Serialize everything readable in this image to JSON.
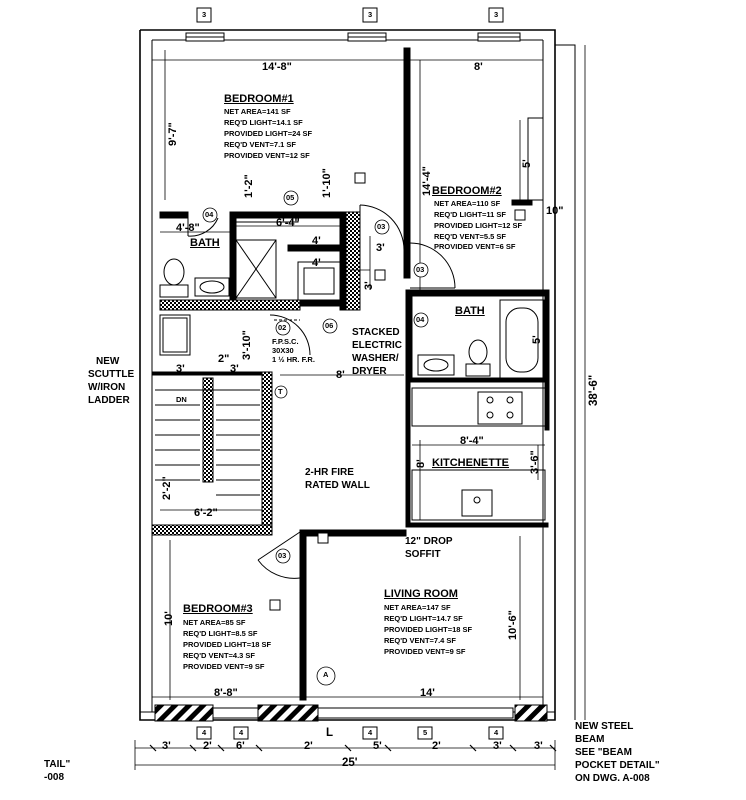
{
  "rooms": {
    "bedroom1": {
      "title": "BEDROOM#1",
      "lines": [
        "NET AREA=141 SF",
        "REQ'D LIGHT=14.1 SF",
        "PROVIDED LIGHT=24 SF",
        "REQ'D VENT=7.1 SF",
        "PROVIDED VENT=12 SF"
      ]
    },
    "bedroom2": {
      "title": "BEDROOM#2",
      "lines": [
        "NET AREA=110 SF",
        "REQ'D LIGHT=11 SF",
        "PROVIDED LIGHT=12 SF",
        "REQ'D VENT=5.5 SF",
        "PROVIDED VENT=6 SF"
      ]
    },
    "bedroom3": {
      "title": "BEDROOM#3",
      "lines": [
        "NET AREA=85 SF",
        "REQ'D LIGHT=8.5 SF",
        "PROVIDED LIGHT=18 SF",
        "REQ'D VENT=4.3 SF",
        "PROVIDED VENT=9 SF"
      ]
    },
    "living_room": {
      "title": "LIVING ROOM",
      "lines": [
        "NET AREA=147 SF",
        "REQ'D LIGHT=14.7 SF",
        "PROVIDED LIGHT=18 SF",
        "REQ'D VENT=7.4 SF",
        "PROVIDED VENT=9 SF"
      ]
    },
    "bath_left": "BATH",
    "bath_right": "BATH",
    "kitchenette": "KITCHENETTE"
  },
  "notes": {
    "washer_dryer": [
      "STACKED",
      "ELECTRIC",
      "WASHER/",
      "DRYER"
    ],
    "scuttle": [
      "NEW",
      "SCUTTLE",
      "W/IRON",
      "LADDER"
    ],
    "fire_wall": [
      "2-HR FIRE",
      "RATED WALL"
    ],
    "drop_soffit": [
      "12\" DROP",
      "SOFFIT"
    ],
    "steel_beam": [
      "NEW STEEL",
      "BEAM",
      "SEE \"BEAM",
      "POCKET DETAIL\"",
      "ON DWG. A-008"
    ],
    "detail_ref": [
      "TAIL\"",
      "-008"
    ],
    "stair_dn": "DN",
    "fpsc": [
      "F.P.S.C.",
      "30X30",
      "1 ½ HR. F.R."
    ]
  },
  "dimensions": {
    "top_left": "14'-8\"",
    "top_right": "8'",
    "bed1_height": "9'-7\"",
    "bed2_height": "14'-4\"",
    "bed2_five": "5'",
    "bed2_ten": "10\"",
    "bath_1_2": "1'-2\"",
    "bath_1_10": "1'-10\"",
    "bath_4_8": "4'-8\"",
    "bath_6_4": "6'-4\"",
    "closet_4_a": "4'",
    "closet_4_b": "4'",
    "closet_3_a": "3'",
    "closet_3_b": "3'",
    "hall_3_10": "3'-10\"",
    "hall_2": "2\"",
    "hall_3_a": "3'",
    "hall_3_b": "3'",
    "hall_8": "8'",
    "bath2_5": "5'",
    "kitchen_8_4": "8'-4\"",
    "kitchen_3_6": "3'-6\"",
    "kitchen_8": "8'",
    "stair_2_2": "2'-2\"",
    "stair_6_2": "6'-2\"",
    "overall_height": "38'-6\"",
    "bed3_height": "10'",
    "living_height": "10'-6\"",
    "bottom_8_8": "8'-8\"",
    "bottom_14": "14'",
    "bottom_chain": [
      "3'",
      "2'",
      "6'",
      "2'",
      "5'",
      "2'",
      "3'"
    ],
    "overall_width": "25'"
  },
  "tags": {
    "window_tag": "3",
    "window_tag_bottom": "4",
    "window_tag_bottom_5": "5",
    "door_04": "04",
    "door_05": "05",
    "door_03": "03",
    "door_02": "02",
    "door_06": "06",
    "fire_t": "T",
    "north_a": "A",
    "section_l": "L"
  }
}
